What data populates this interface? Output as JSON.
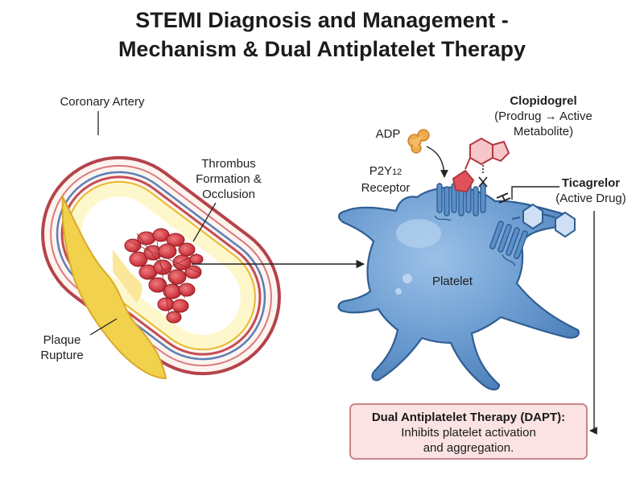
{
  "title": {
    "line1": "STEMI Diagnosis and Management -",
    "line2": "Mechanism & Dual Antiplatelet Therapy"
  },
  "labels": {
    "coronary_artery": "Coronary Artery",
    "thrombus": [
      "Thrombus",
      "Formation &",
      "Occlusion"
    ],
    "plaque": [
      "Plaque",
      "Rupture"
    ],
    "platelet": "Platelet",
    "adp": "ADP",
    "p2y12": {
      "main": "P2Y",
      "sub": "12",
      "line2": "Receptor"
    },
    "clopidogrel": {
      "name": "Clopidogrel",
      "line2": "(Prodrug → Active",
      "line3": "Metabolite)"
    },
    "ticagrelor": {
      "name": "Ticagrelor",
      "line2": "(Active Drug)"
    }
  },
  "dapt": {
    "title": "Dual Antiplatelet Therapy (DAPT):",
    "line2": "Inhibits platelet activation",
    "line3": "and aggregation."
  },
  "colors": {
    "platelet": "#5b8fc9",
    "platelet_outline": "#2f5e92",
    "artery_wall": "#b5434b",
    "plaque": "#f2d24c",
    "thrombus": "#d8343c",
    "adp": "#f0a94a",
    "drug": "#e0525a",
    "dapt_fill": "#fbe3e3",
    "dapt_border": "#c9868a"
  },
  "icons": [
    "adp-molecule-icon",
    "clopidogrel-molecule-icon",
    "ticagrelor-molecule-icon",
    "block-x-icon",
    "inhibition-t-icon"
  ]
}
